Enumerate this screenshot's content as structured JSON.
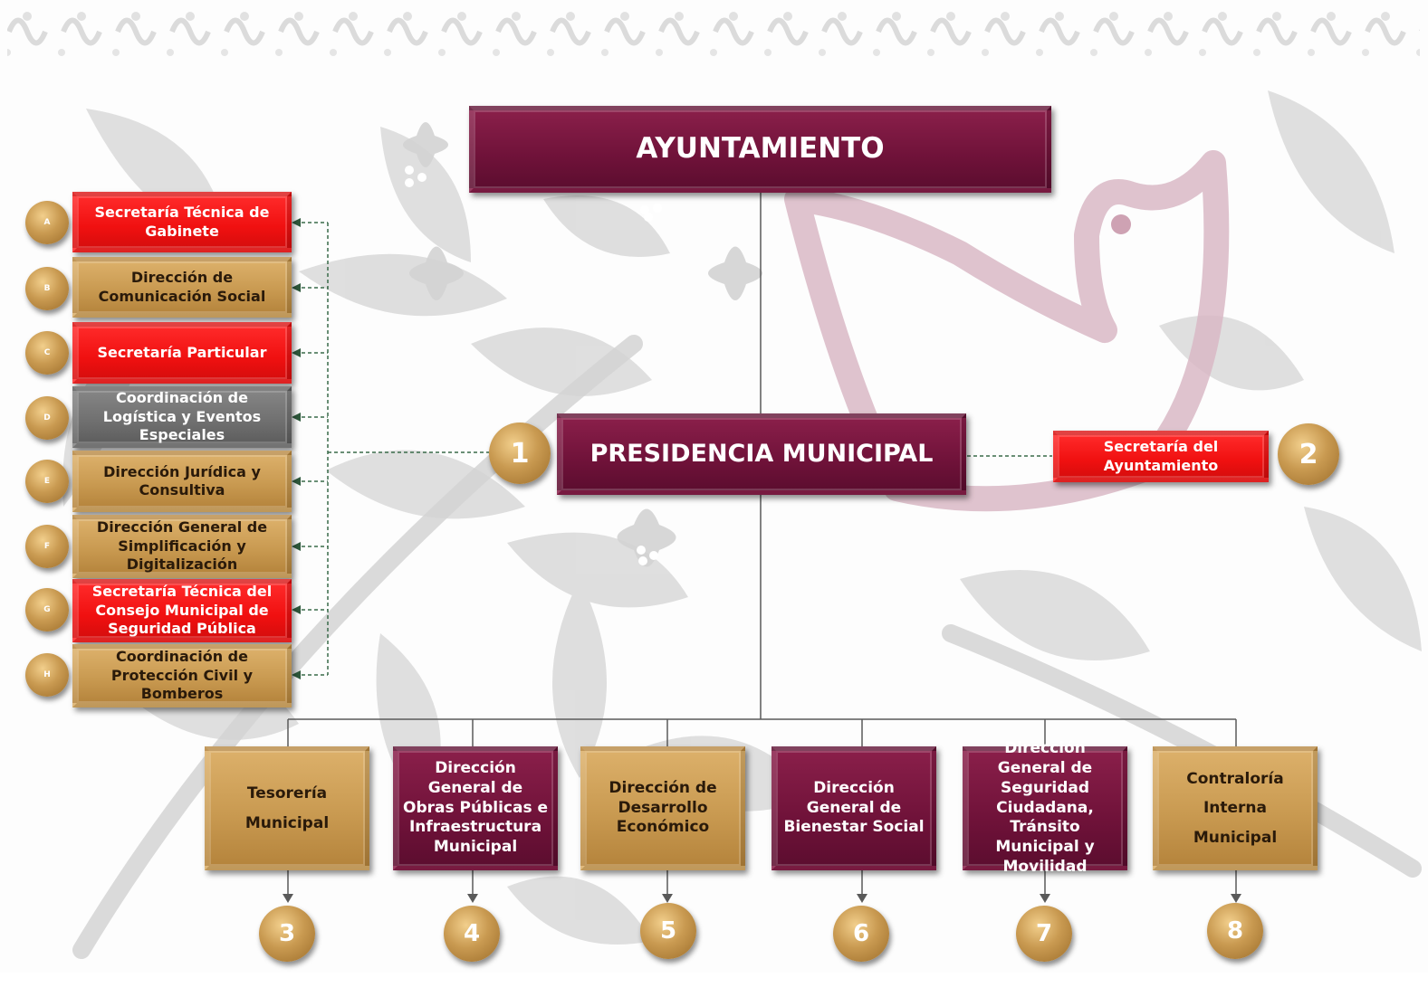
{
  "top": {
    "title": "AYUNTAMIENTO"
  },
  "presidency": {
    "title": "PRESIDENCIA MUNICIPAL",
    "number": "1"
  },
  "secretaria_ayuntamiento": {
    "label": "Secretaría del Ayuntamiento",
    "number": "2"
  },
  "side_units": [
    {
      "letter": "A",
      "label": "Secretaría Técnica de Gabinete",
      "color": "#f01010"
    },
    {
      "letter": "B",
      "label": "Dirección de Comunicación Social",
      "color": "#c99a51"
    },
    {
      "letter": "C",
      "label": "Secretaría Particular",
      "color": "#f01010"
    },
    {
      "letter": "D",
      "label": "Coordinación de Logística y Eventos Especiales",
      "color": "#6f6f6f"
    },
    {
      "letter": "E",
      "label": "Dirección Jurídica y Consultiva",
      "color": "#c99a51"
    },
    {
      "letter": "F",
      "label": "Dirección General de Simplificación y Digitalización",
      "color": "#c99a51"
    },
    {
      "letter": "G",
      "label": "Secretaría Técnica del Consejo Municipal de Seguridad Pública",
      "color": "#f01010"
    },
    {
      "letter": "H",
      "label": "Coordinación de Protección Civil y Bomberos",
      "color": "#c99a51"
    }
  ],
  "departments": [
    {
      "number": "3",
      "label": "Tesorería Municipal",
      "color": "#c99a51"
    },
    {
      "number": "4",
      "label": "Dirección General de Obras Públicas e Infraestructura Municipal",
      "color": "#6f1239"
    },
    {
      "number": "5",
      "label": "Dirección de Desarrollo Económico",
      "color": "#c99a51"
    },
    {
      "number": "6",
      "label": "Dirección General de Bienestar Social",
      "color": "#6f1239"
    },
    {
      "number": "7",
      "label": "Dirección General de Seguridad Ciudadana, Tránsito Municipal y Movilidad",
      "color": "#6f1239"
    },
    {
      "number": "8",
      "label": "Contraloría Interna Municipal",
      "color": "#c99a51"
    }
  ]
}
